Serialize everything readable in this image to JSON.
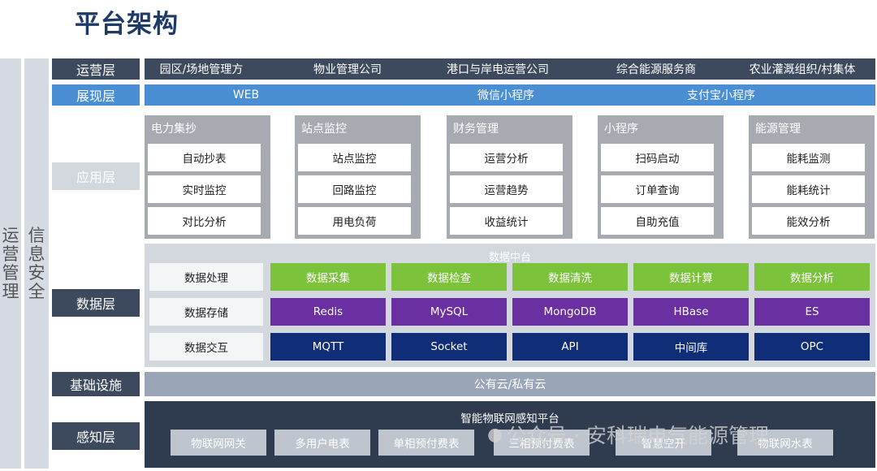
{
  "title": "平台架构",
  "side": {
    "ops_mgmt": "运\n营\n管\n理",
    "info_sec": "信\n息\n安\n全"
  },
  "layers": {
    "ops": "运营层",
    "presentation": "展现层",
    "application": "应用层",
    "data": "数据层",
    "infra": "基础设施",
    "sensing": "感知层"
  },
  "ops_items": [
    "园区/场地管理方",
    "物业管理公司",
    "港口与岸电运营公司",
    "综合能源服务商",
    "农业灌溉组织/村集体"
  ],
  "presentation_items": [
    "WEB",
    "微信小程序",
    "支付宝小程序"
  ],
  "apps": [
    {
      "title": "电力集抄",
      "items": [
        "自动抄表",
        "实时监控",
        "对比分析"
      ]
    },
    {
      "title": "站点监控",
      "items": [
        "站点监控",
        "回路监控",
        "用电负荷"
      ]
    },
    {
      "title": "财务管理",
      "items": [
        "运营分析",
        "运营趋势",
        "收益统计"
      ]
    },
    {
      "title": "小程序",
      "items": [
        "扫码启动",
        "订单查询",
        "自助充值"
      ]
    },
    {
      "title": "能源管理",
      "items": [
        "能耗监测",
        "能耗统计",
        "能效分析"
      ]
    }
  ],
  "data_middle": "数据中台",
  "data_rows": [
    {
      "label": "数据处理",
      "cells": [
        "数据采集",
        "数据检查",
        "数据清洗",
        "数据计算",
        "数据分析"
      ]
    },
    {
      "label": "数据存储",
      "cells": [
        "Redis",
        "MySQL",
        "MongoDB",
        "HBase",
        "ES"
      ]
    },
    {
      "label": "数据交互",
      "cells": [
        "MQTT",
        "Socket",
        "API",
        "中间库",
        "OPC"
      ]
    }
  ],
  "infra_text": "公有云/私有云",
  "sensing_title": "智能物联网感知平台",
  "sensing_items": [
    "物联网网关",
    "多用户电表",
    "单相预付费表",
    "三相预付费表",
    "智慧空开",
    "物联网水表"
  ],
  "watermark": "公众号 · 安科瑞电气能源管理",
  "colors": {
    "dark": "#3d4a5e",
    "blue": "#4a8fd4",
    "green": "#7cc23b",
    "purple": "#6a2fa0",
    "navy": "#102d78"
  }
}
